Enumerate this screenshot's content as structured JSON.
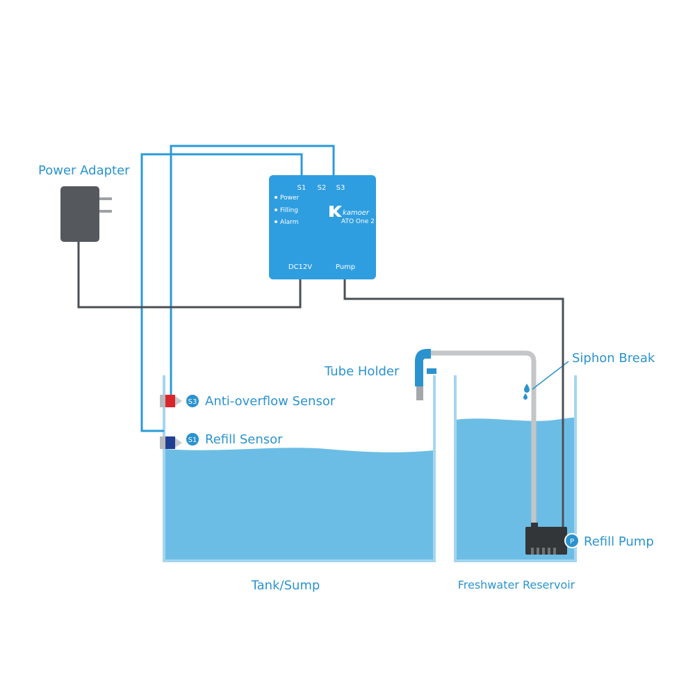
{
  "labels": {
    "power_adapter": "Power Adapter",
    "tube_holder": "Tube Holder",
    "siphon_break": "Siphon Break",
    "anti_overflow_sensor": "Anti-overflow Sensor",
    "refill_sensor": "Refill Sensor",
    "refill_pump": "Refill Pump",
    "tank_sump": "Tank/Sump",
    "freshwater_reservoir": "Freshwater Reservoir"
  },
  "badges": {
    "s3": "S3",
    "s1": "S1",
    "p": "P"
  },
  "controller": {
    "ports": [
      "S1",
      "S2",
      "S3"
    ],
    "indicators": [
      "Power",
      "Filling",
      "Alarm"
    ],
    "brand": "kamoer",
    "model": "ATO One 2",
    "dc_label": "DC12V",
    "pump_label": "Pump"
  },
  "colors": {
    "label_blue": "#2a93cf",
    "controller_blue": "#2f9ee0",
    "wire_blue": "#2a9ad8",
    "wire_gray": "#4a4f55",
    "adapter_gray": "#55585d",
    "water_blue": "#6cbde5",
    "tank_wall": "#a6d5ef",
    "tube_gray": "#c4c6c8",
    "sensor_red": "#d9262c",
    "sensor_navy": "#1f3f93",
    "pump_dark": "#333639"
  }
}
